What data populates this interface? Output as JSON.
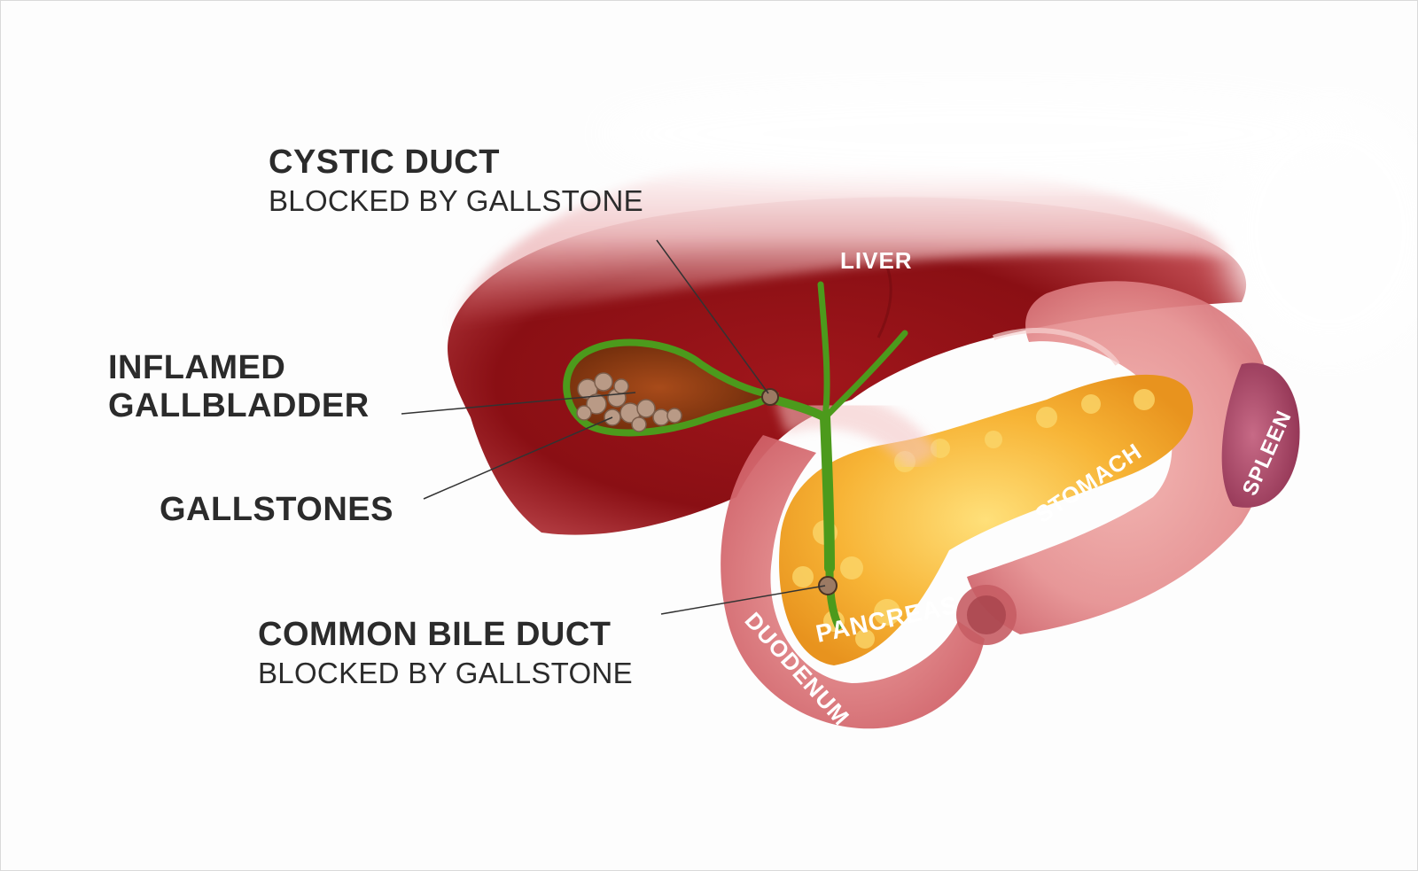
{
  "callouts": {
    "cystic_duct": {
      "title": "CYSTIC DUCT",
      "subtitle": "BLOCKED BY GALLSTONE"
    },
    "gallbladder": {
      "title_line1": "INFLAMED",
      "title_line2": "GALLBLADDER"
    },
    "gallstones": {
      "title": "GALLSTONES"
    },
    "common_bile_duct": {
      "title": "COMMON BILE DUCT",
      "subtitle": "BLOCKED BY GALLSTONE"
    }
  },
  "organs": {
    "liver": "LIVER",
    "stomach": "STOMACH",
    "spleen": "SPLEEN",
    "pancreas": "PANCREAS",
    "duodenum": "DUODENUM"
  },
  "colors": {
    "liver": "#8e0f14",
    "liver_highlight": "#d9666c",
    "stomach": "#e79a9a",
    "pancreas": "#f5b133",
    "bile_duct": "#4c9a1c",
    "duodenum": "#d9787c",
    "spleen": "#a84766",
    "text": "#2b2b2b",
    "leader": "#333333"
  }
}
